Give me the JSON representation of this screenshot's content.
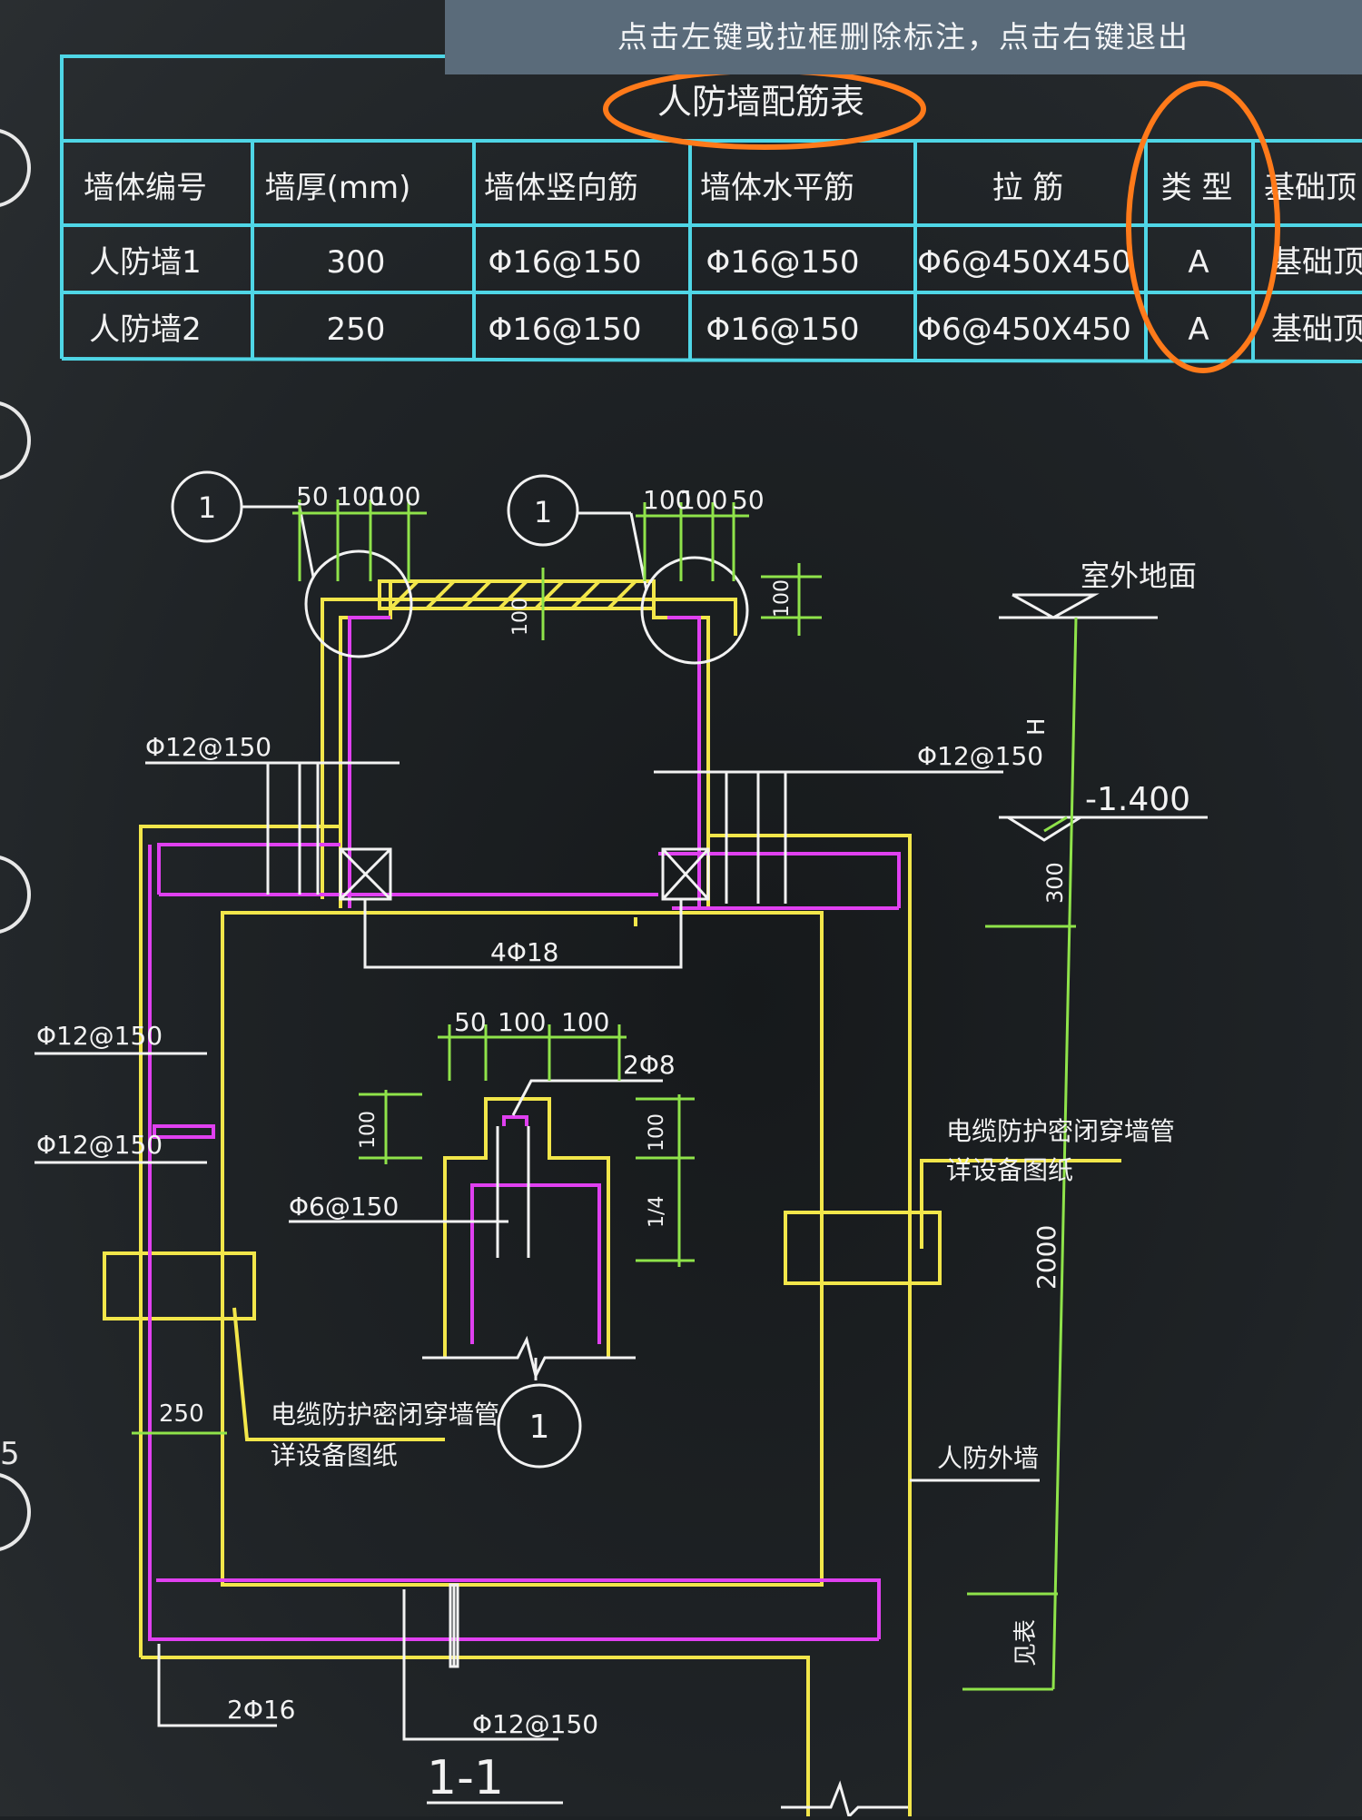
{
  "app": {
    "status_tooltip": "点击左键或拉框删除标注，点击右键退出"
  },
  "table": {
    "title": "人防墙配筋表",
    "headers": [
      "墙体编号",
      "墙厚(mm)",
      "墙体竖向筋",
      "墙体水平筋",
      "拉 筋",
      "类 型",
      "基础顶"
    ],
    "rows": [
      [
        "人防墙1",
        "300",
        "Φ16@150",
        "Φ16@150",
        "Φ6@450X450",
        "A",
        "基础顶"
      ],
      [
        "人防墙2",
        "250",
        "Φ16@150",
        "Φ16@150",
        "Φ6@450X450",
        "A",
        "基础顶"
      ]
    ]
  },
  "drawing": {
    "callout_symbol": "1",
    "top_dims_left": [
      "50",
      "100",
      "100"
    ],
    "top_dims_right": [
      "100",
      "100",
      "50"
    ],
    "beam_height_left": "100",
    "beam_height_right": "100",
    "left_rebar_upper": "Φ12@150",
    "right_rebar_upper": "Φ12@150",
    "ground_label": "室外地面",
    "elevation_label": "-1.400",
    "h_label": "H",
    "dim_300": "300",
    "dim_2000": "2000",
    "dim_bottom_right": "见表",
    "bottom_bar_label": "4Φ18",
    "detail_dims": [
      "50",
      "100",
      "100"
    ],
    "detail_rebar_top": "2Φ8",
    "detail_dim_left": "100",
    "detail_dim_right_top": "100",
    "detail_dim_right_bottom": "1/4",
    "detail_stirrup": "Φ6@150",
    "left_rebar_mid1": "Φ12@150",
    "left_rebar_mid2": "Φ12@150",
    "cable_note_line1": "电缆防护密闭穿墙管",
    "cable_note_line2": "详设备图纸",
    "left_dim_250": "250",
    "outer_wall_label": "人防外墙",
    "bottom_left_bar": "2Φ16",
    "bottom_rebar": "Φ12@150",
    "section_label": "1-1",
    "marker_letter": "5"
  },
  "colors": {
    "table_lines": "#4fd6e6",
    "yellow": "#f2e64a",
    "magenta": "#e040f0",
    "green": "#8fe34a",
    "white": "#f2f2f2",
    "annotation_orange": "#ff7a1a",
    "tooltip_bg": "#5a6b7a"
  }
}
